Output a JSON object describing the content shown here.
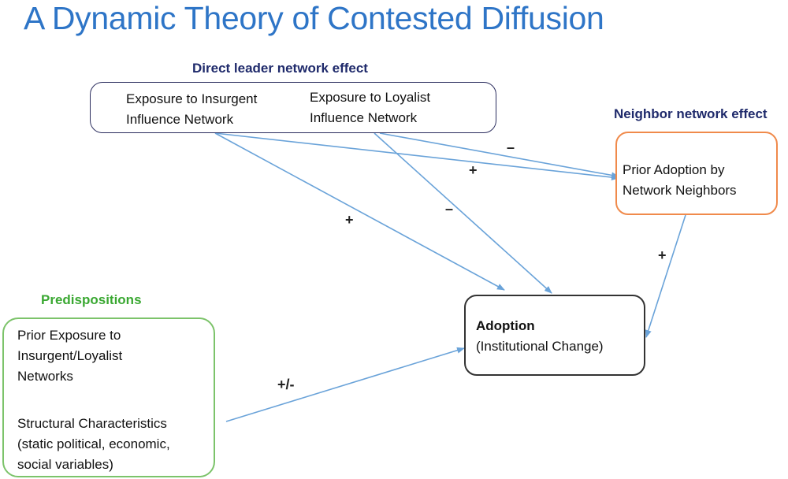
{
  "title": "A Dynamic Theory of Contested Diffusion",
  "labels": {
    "direct": "Direct leader network effect",
    "neighbor": "Neighbor network effect",
    "predispositions": "Predispositions"
  },
  "boxes": {
    "exposure": {
      "insurgent_line1": "Exposure to Insurgent",
      "insurgent_line2": "Influence Network",
      "loyalist_line1": "Exposure to Loyalist",
      "loyalist_line2": "Influence Network"
    },
    "neighbor": {
      "line1": "Prior Adoption by",
      "line2": "Network Neighbors"
    },
    "adoption": {
      "line1": "Adoption",
      "line2": "(Institutional Change)"
    },
    "predisp": {
      "line1": "Prior Exposure to",
      "line2": "Insurgent/Loyalist",
      "line3": "Networks",
      "line4": "Structural Characteristics",
      "line5": "(static political, economic,",
      "line6": "social variables)"
    }
  },
  "signs": {
    "loyalist_to_neighbor": "–",
    "insurgent_to_neighbor": "+",
    "insurgent_to_adoption": "+",
    "loyalist_to_adoption": "–",
    "neighbor_to_adoption": "+",
    "predisp_to_adoption": "+/-"
  },
  "colors": {
    "title": "#2e75c7",
    "arrow": "#6aa3d9",
    "exposure_border": "#2b2d5e",
    "neighbor_border": "#f08a4b",
    "adoption_border": "#333333",
    "predisp_border": "#7cc36a"
  }
}
